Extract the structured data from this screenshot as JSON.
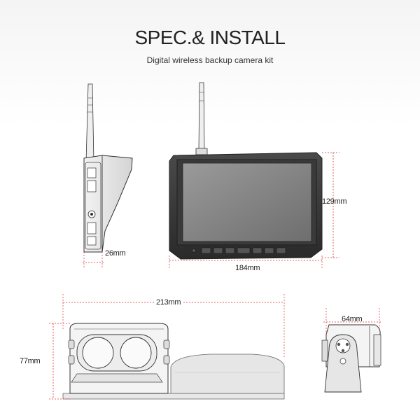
{
  "header": {
    "title": "SPEC.& INSTALL",
    "subtitle": "Digital wireless backup camera kit"
  },
  "dimensions": {
    "monitor_depth": "26mm",
    "monitor_width": "184mm",
    "monitor_height": "129mm",
    "camera_width": "213mm",
    "camera_height": "77mm",
    "camera_depth": "64mm"
  },
  "colors": {
    "dimension_line": "#e03030",
    "outline": "#333333",
    "screen": "#8a8a8a"
  }
}
